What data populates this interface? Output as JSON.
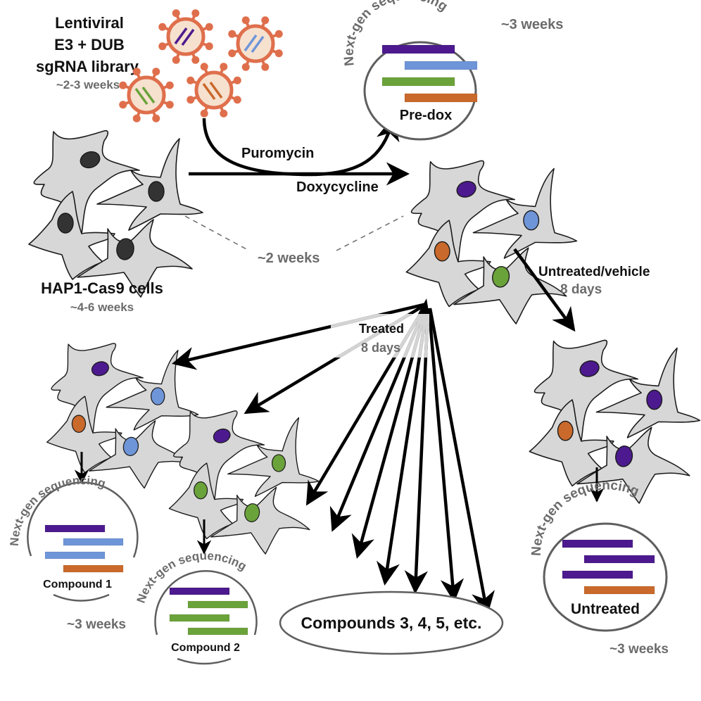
{
  "colors": {
    "purple": "#4c1a8e",
    "blue": "#6f95d9",
    "green": "#6ba33b",
    "orange": "#c9692b",
    "dark": "#333333",
    "gray_text": "#6b6b6b",
    "virus": "#df6f4c",
    "virus_fill": "#f6e1cf",
    "cell": "#d7d7d7"
  },
  "library": {
    "title_lines": [
      "Lentiviral",
      "E3 + DUB",
      "sgRNA library"
    ],
    "duration": "~2-3 weeks",
    "virions": [
      {
        "name": "virion-purple",
        "color": "purple"
      },
      {
        "name": "virion-blue",
        "color": "blue"
      },
      {
        "name": "virion-green",
        "color": "green"
      },
      {
        "name": "virion-orange",
        "color": "orange"
      }
    ]
  },
  "parent_cells": {
    "label": "HAP1-Cas9 cells",
    "duration": "~4-6 weeks",
    "nuclei": [
      "dark",
      "dark",
      "dark",
      "dark"
    ]
  },
  "selection": {
    "puromycin_label": "Puromycin",
    "doxycycline_label": "Doxycycline",
    "duration": "~2 weeks"
  },
  "pre_dox": {
    "ngs_title": "Next-gen sequencing",
    "label": "Pre-dox",
    "duration": "~3 weeks",
    "bars": [
      "purple",
      "blue",
      "green",
      "orange"
    ]
  },
  "library_cells": {
    "nuclei": [
      "purple",
      "orange",
      "blue",
      "green"
    ]
  },
  "untreated_branch": {
    "arrow_label": "Untreated/vehicle",
    "arrow_duration": "8 days",
    "nuclei": [
      "purple",
      "orange",
      "purple",
      "purple"
    ],
    "ngs_title": "Next-gen sequencing",
    "label": "Untreated",
    "duration": "~3 weeks",
    "bars": [
      "purple",
      "purple",
      "purple",
      "orange"
    ]
  },
  "treated_branch": {
    "label": "Treated",
    "duration": "8 days",
    "compound1": {
      "nuclei": [
        "purple",
        "orange",
        "blue",
        "blue"
      ],
      "ngs_title": "Next-gen sequencing",
      "label": "Compound 1",
      "bars": [
        "purple",
        "blue",
        "blue",
        "orange"
      ]
    },
    "compound2": {
      "nuclei": [
        "purple",
        "green",
        "green",
        "green"
      ],
      "ngs_title": "Next-gen sequencing",
      "label": "Compound 2",
      "bars": [
        "purple",
        "green",
        "green",
        "green"
      ]
    },
    "shared_duration": "~3 weeks",
    "more_compounds_label": "Compounds 3, 4, 5, etc.",
    "more_compounds_arrow_count": 7
  }
}
